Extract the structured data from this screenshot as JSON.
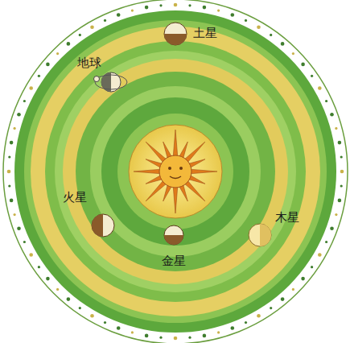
{
  "diagram": {
    "labels": [
      "土星",
      "地球",
      "火星",
      "金星",
      "木星"
    ]
  }
}
